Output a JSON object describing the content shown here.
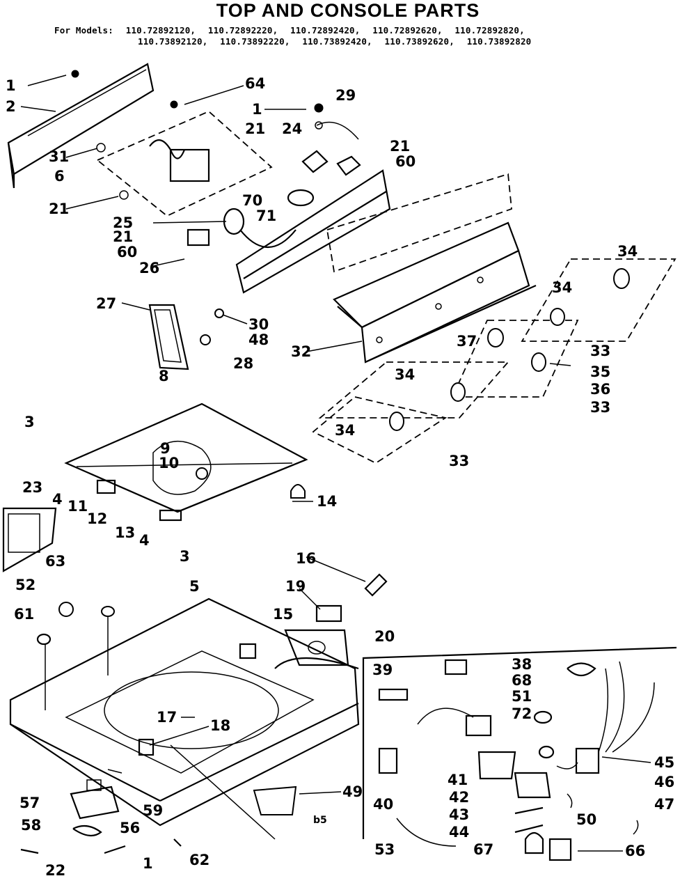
{
  "title": "TOP AND CONSOLE PARTS",
  "models_prefix": "For Models:",
  "models_row1": [
    "110.72892120,",
    "110.72892220,",
    "110.72892420,",
    "110.72892620,",
    "110.72892820,"
  ],
  "models_row2": [
    "110.73892120,",
    "110.73892220,",
    "110.73892420,",
    "110.73892620,",
    "110.73892820"
  ],
  "drawing_code": "b5",
  "part_callouts": [
    "1",
    "2",
    "64",
    "1",
    "29",
    "21",
    "24",
    "21",
    "60",
    "31",
    "6",
    "21",
    "70",
    "25",
    "71",
    "21",
    "60",
    "26",
    "27",
    "30",
    "48",
    "28",
    "32",
    "34",
    "34",
    "33",
    "37",
    "35",
    "36",
    "34",
    "33",
    "34",
    "33",
    "8",
    "3",
    "9",
    "10",
    "14",
    "23",
    "4",
    "11",
    "12",
    "13",
    "4",
    "3",
    "63",
    "52",
    "5",
    "61",
    "16",
    "19",
    "20",
    "15",
    "17",
    "18",
    "39",
    "38",
    "68",
    "51",
    "72",
    "45",
    "46",
    "40",
    "41",
    "42",
    "43",
    "44",
    "47",
    "50",
    "49",
    "57",
    "59",
    "58",
    "56",
    "22",
    "1",
    "62",
    "53",
    "67",
    "66"
  ]
}
